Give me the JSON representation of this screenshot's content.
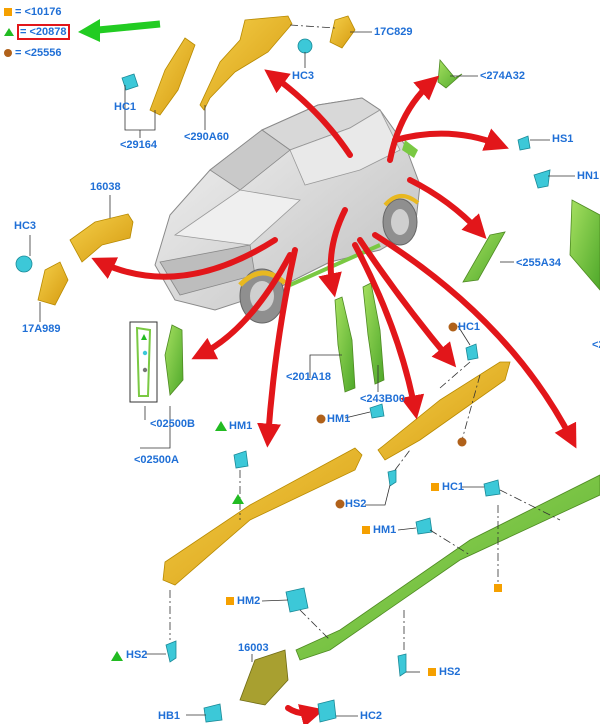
{
  "legend": [
    {
      "symbol": "square",
      "text": "= <10176",
      "highlight": false
    },
    {
      "symbol": "triangle",
      "text": "= <20878",
      "highlight": true
    },
    {
      "symbol": "circle",
      "text": "= <25556",
      "highlight": false
    }
  ],
  "labels": {
    "c17c829": "17C829",
    "hc3_top": "HC3",
    "hc1_top": "HC1",
    "p29164": "<29164",
    "p290a60": "<290A60",
    "p274a32": "<274A32",
    "hs1": "HS1",
    "hn1": "HN1",
    "p16038": "16038",
    "hc3_left": "HC3",
    "p17a989": "17A989",
    "p255a34": "<255A34",
    "p201a18": "<201A18",
    "p243b00": "<243B00",
    "hc1_mid": "HC1",
    "hm1_mid": "HM1",
    "hs2_mid": "HS2",
    "p02500b": "<02500B",
    "p02500a": "<02500A",
    "hm1_left": "HM1",
    "hc1_right": "HC1",
    "hm1_right": "HM1",
    "hm2": "HM2",
    "hs2_left": "HS2",
    "p16003": "16003",
    "hs2_right": "HS2",
    "hb1": "HB1",
    "hc2": "HC2",
    "cut_right": "<2"
  },
  "colors": {
    "link": "#1f6fd6",
    "arrow_red": "#e2161a",
    "arrow_green": "#22cc22",
    "part_yellow": "#e8b820",
    "part_green": "#7ac943",
    "clip_cyan": "#3cc8d8",
    "marker_square": "#f5a000",
    "marker_triangle": "#22bb22",
    "marker_circle": "#b0611a"
  }
}
